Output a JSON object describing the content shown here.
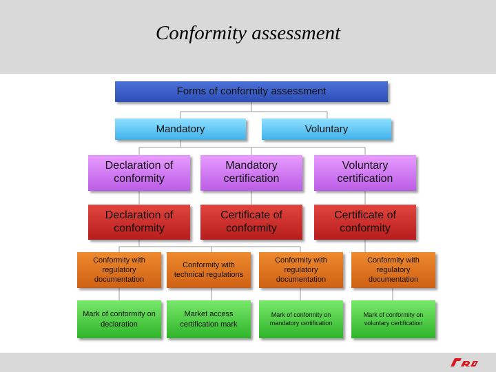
{
  "title": "Conformity assessment",
  "root": "Forms of conformity assessment",
  "categories": [
    "Mandatory",
    "Voluntary"
  ],
  "forms": [
    "Declaration of conformity",
    "Mandatory certification",
    "Voluntary certification"
  ],
  "documents": [
    "Declaration of conformity",
    "Certificate of conformity",
    "Certificate of conformity"
  ],
  "basis": [
    "Conformity with regulatory documentation",
    "Conformity with technical regulations",
    "Conformity with regulatory documentation",
    "Conformity with regulatory documentation"
  ],
  "marks": [
    "Mark of conformity on declaration",
    "Market access certification mark",
    "Mark of conformity on mandatory certification",
    "Mark of conformity on voluntary certification"
  ],
  "colors": {
    "root": "#2e4fb8",
    "category": "#3fb2ec",
    "form": "#bb5ce6",
    "document": "#c62828",
    "basis": "#e0701e",
    "mark": "#3cc234"
  }
}
